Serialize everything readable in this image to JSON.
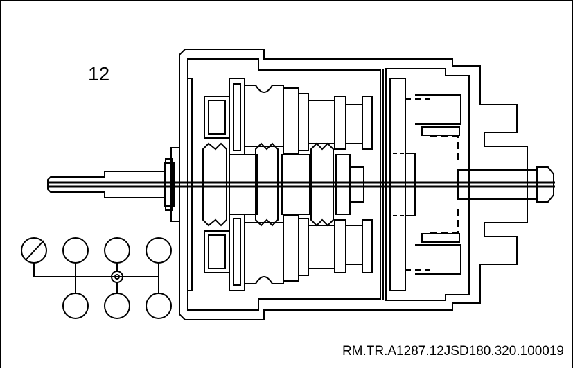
{
  "figure": {
    "step_number": "12",
    "reference_code": "RM.TR.A1287.12JSD180.320.100019"
  },
  "shift_pattern": {
    "positions": 7,
    "selected_position": "top-left",
    "neutral_marker": "center"
  },
  "colors": {
    "line": "#000000",
    "background": "#ffffff"
  }
}
